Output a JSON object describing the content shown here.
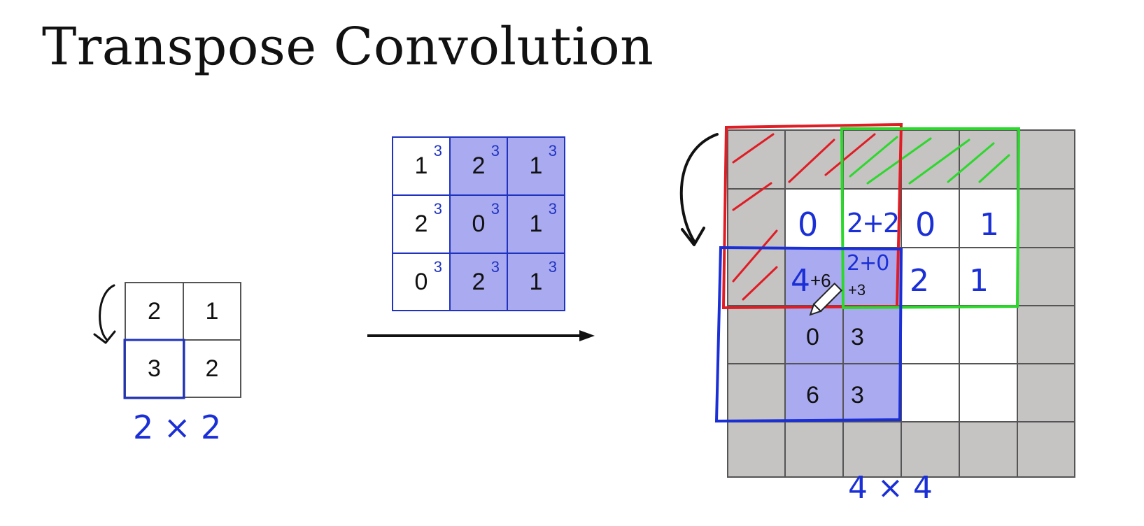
{
  "slide": {
    "title": "Transpose Convolution"
  },
  "input": {
    "cells": [
      [
        "2",
        "1"
      ],
      [
        "3",
        "2"
      ]
    ],
    "size_label": "2 × 2"
  },
  "kernel": {
    "cells": [
      [
        "1",
        "2",
        "1"
      ],
      [
        "2",
        "0",
        "1"
      ],
      [
        "0",
        "2",
        "1"
      ]
    ],
    "superscript": "3"
  },
  "output": {
    "typed": [
      [
        "0",
        "3"
      ],
      [
        "6",
        "3"
      ]
    ],
    "handwritten": {
      "r1c1": "0",
      "r1c2": "2+2",
      "r1c3": "0",
      "r1c4": "1",
      "r2c1": "4",
      "r2c1_plus": "+6",
      "r2c2": "2+0",
      "r2c2_plus": "+3",
      "r2c3": "2",
      "r2c4": "1"
    },
    "size_label": "4 × 4"
  },
  "colors": {
    "red": "#e01c24",
    "green": "#2cd82c",
    "blue": "#1a2fd6",
    "padding": "#c6c3c3",
    "kernel_fill": "#aaaaf0"
  }
}
